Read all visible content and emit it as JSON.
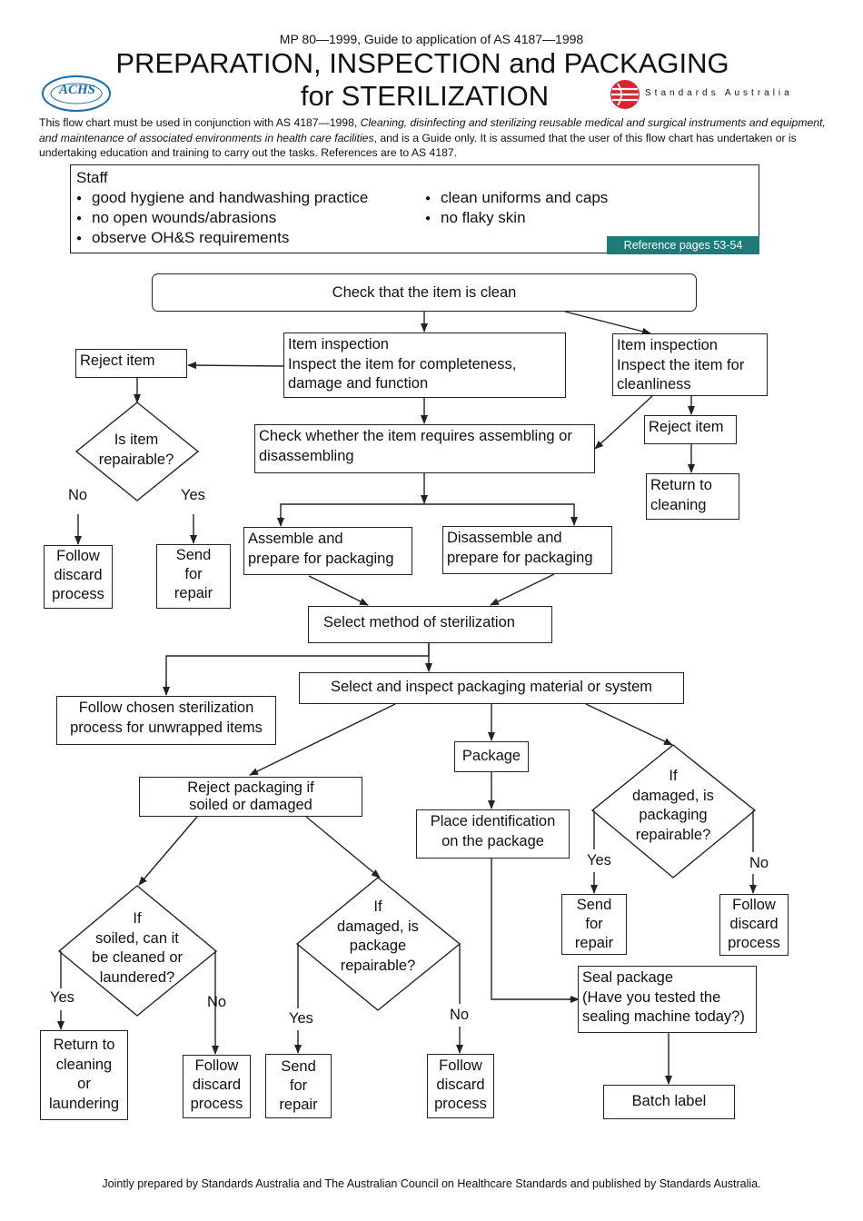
{
  "header": {
    "subtitle": "MP 80—1999, Guide to application of AS 4187—1998",
    "title_line1": "PREPARATION, INSPECTION and PACKAGING",
    "title_line2": "for STERILIZATION",
    "achs_logo_text": "ACHS",
    "standards_logo_text": "Standards Australia"
  },
  "intro": {
    "part1": "This flow chart must be used in conjunction with AS 4187—1998, ",
    "italic": "Cleaning, disinfecting and sterilizing reusable medical and surgical instruments and equipment, and maintenance of associated environments in health care facilities",
    "part2": ", and is a Guide only. It is assumed that the user of this flow chart has undertaken or is undertaking education and training to carry out the tasks. References are to AS 4187."
  },
  "staff": {
    "title": "Staff",
    "left": [
      "good hygiene and handwashing practice",
      "no open wounds/abrasions",
      "observe OH&S requirements"
    ],
    "right": [
      "clean uniforms and caps",
      "no flaky skin"
    ],
    "reference": "Reference pages 53-54"
  },
  "flow": {
    "check_clean": "Check that the item is clean",
    "item_inspection_1": "Item inspection\nInspect the item for completeness, damage and function",
    "item_inspection_2": "Item inspection\nInspect the item for cleanliness",
    "reject_item_1": "Reject item",
    "reject_item_2": "Reject item",
    "is_repairable": "Is item\nrepairable?",
    "no_1": "No",
    "yes_1": "Yes",
    "follow_discard_1": "Follow\ndiscard\nprocess",
    "send_repair_1": "Send\nfor\nrepair",
    "return_cleaning_1": "Return to\ncleaning",
    "check_assembling": "Check whether the item requires assembling or disassembling",
    "assemble": "Assemble and\nprepare for packaging",
    "disassemble": "Disassemble and\nprepare for packaging",
    "select_method": "Select method of sterilization",
    "follow_unwrapped": "Follow chosen sterilization process for unwrapped items",
    "select_packaging": "Select and inspect packaging material or system",
    "reject_packaging": "Reject packaging if\nsoiled or damaged",
    "package": "Package",
    "place_id": "Place identification\non the package",
    "if_damaged_right": "If\ndamaged, is\npackaging\nrepairable?",
    "yes_right": "Yes",
    "no_right": "No",
    "send_repair_right": "Send\nfor\nrepair",
    "follow_discard_right": "Follow\ndiscard\nprocess",
    "if_soiled": "If\nsoiled, can it\nbe cleaned or\nlaundered?",
    "yes_soiled": "Yes",
    "no_soiled": "No",
    "return_laundering": "Return to\ncleaning\nor\nlaundering",
    "follow_discard_soiled": "Follow\ndiscard\nprocess",
    "if_damaged_mid": "If\ndamaged, is\npackage\nrepairable?",
    "yes_mid": "Yes",
    "no_mid": "No",
    "send_repair_mid": "Send\nfor\nrepair",
    "follow_discard_mid": "Follow\ndiscard\nprocess",
    "seal_package": "Seal package\n(Have you tested the\nsealing machine today?)",
    "batch_label": "Batch label"
  },
  "footer": "Jointly prepared by Standards Australia and The Australian Council on Healthcare Standards and published by Standards Australia.",
  "colors": {
    "reference_badge": "#1f7a7a",
    "standards_logo": "#d7262f",
    "achs_logo": "#1a6fb0"
  }
}
